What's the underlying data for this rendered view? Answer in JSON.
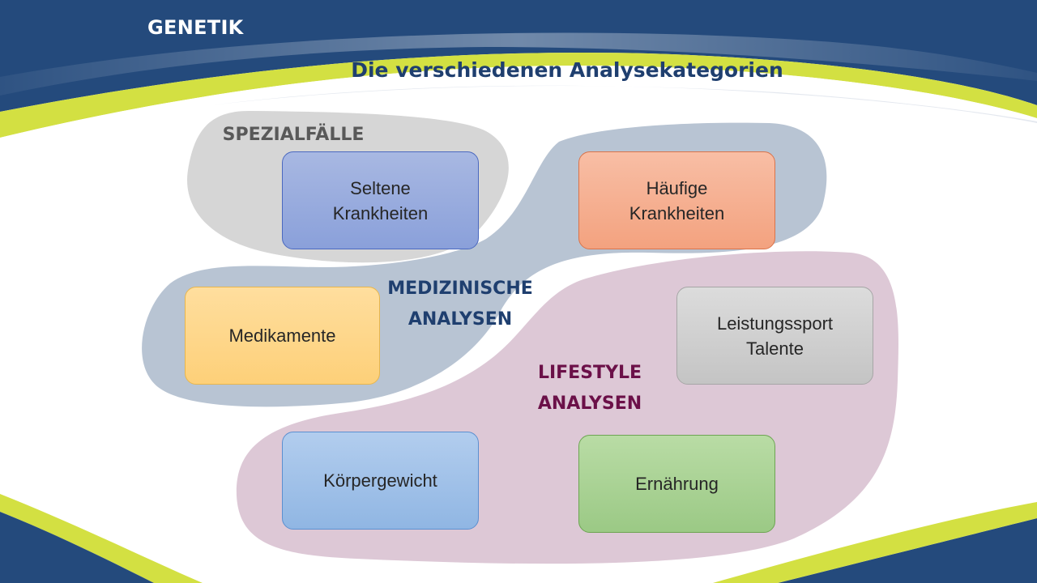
{
  "header": {
    "label": "GENETIK"
  },
  "title": "Die verschiedenen Analysekategorien",
  "regions": {
    "spezialfaelle": {
      "label": "SPEZIALFÄLLE"
    },
    "medizinische": {
      "label_line1": "MEDIZINISCHE",
      "label_line2": "ANALYSEN"
    },
    "lifestyle": {
      "label_line1": "LIFESTYLE",
      "label_line2": "ANALYSEN"
    }
  },
  "boxes": {
    "seltene": {
      "line1": "Seltene",
      "line2": "Krankheiten"
    },
    "haeufige": {
      "line1": "Häufige",
      "line2": "Krankheiten"
    },
    "medikamente": {
      "line1": "Medikamente"
    },
    "leistungssport": {
      "line1": "Leistungssport",
      "line2": "Talente"
    },
    "koerpergewicht": {
      "line1": "Körpergewicht"
    },
    "ernaehrung": {
      "line1": "Ernährung"
    }
  },
  "colors": {
    "header_blue": "#244a7c",
    "accent_yellow": "#d3e042",
    "region_spezial": "#d6d6d6",
    "region_medizin": "#b8c4d3",
    "region_lifestyle": "#ddc8d6"
  }
}
